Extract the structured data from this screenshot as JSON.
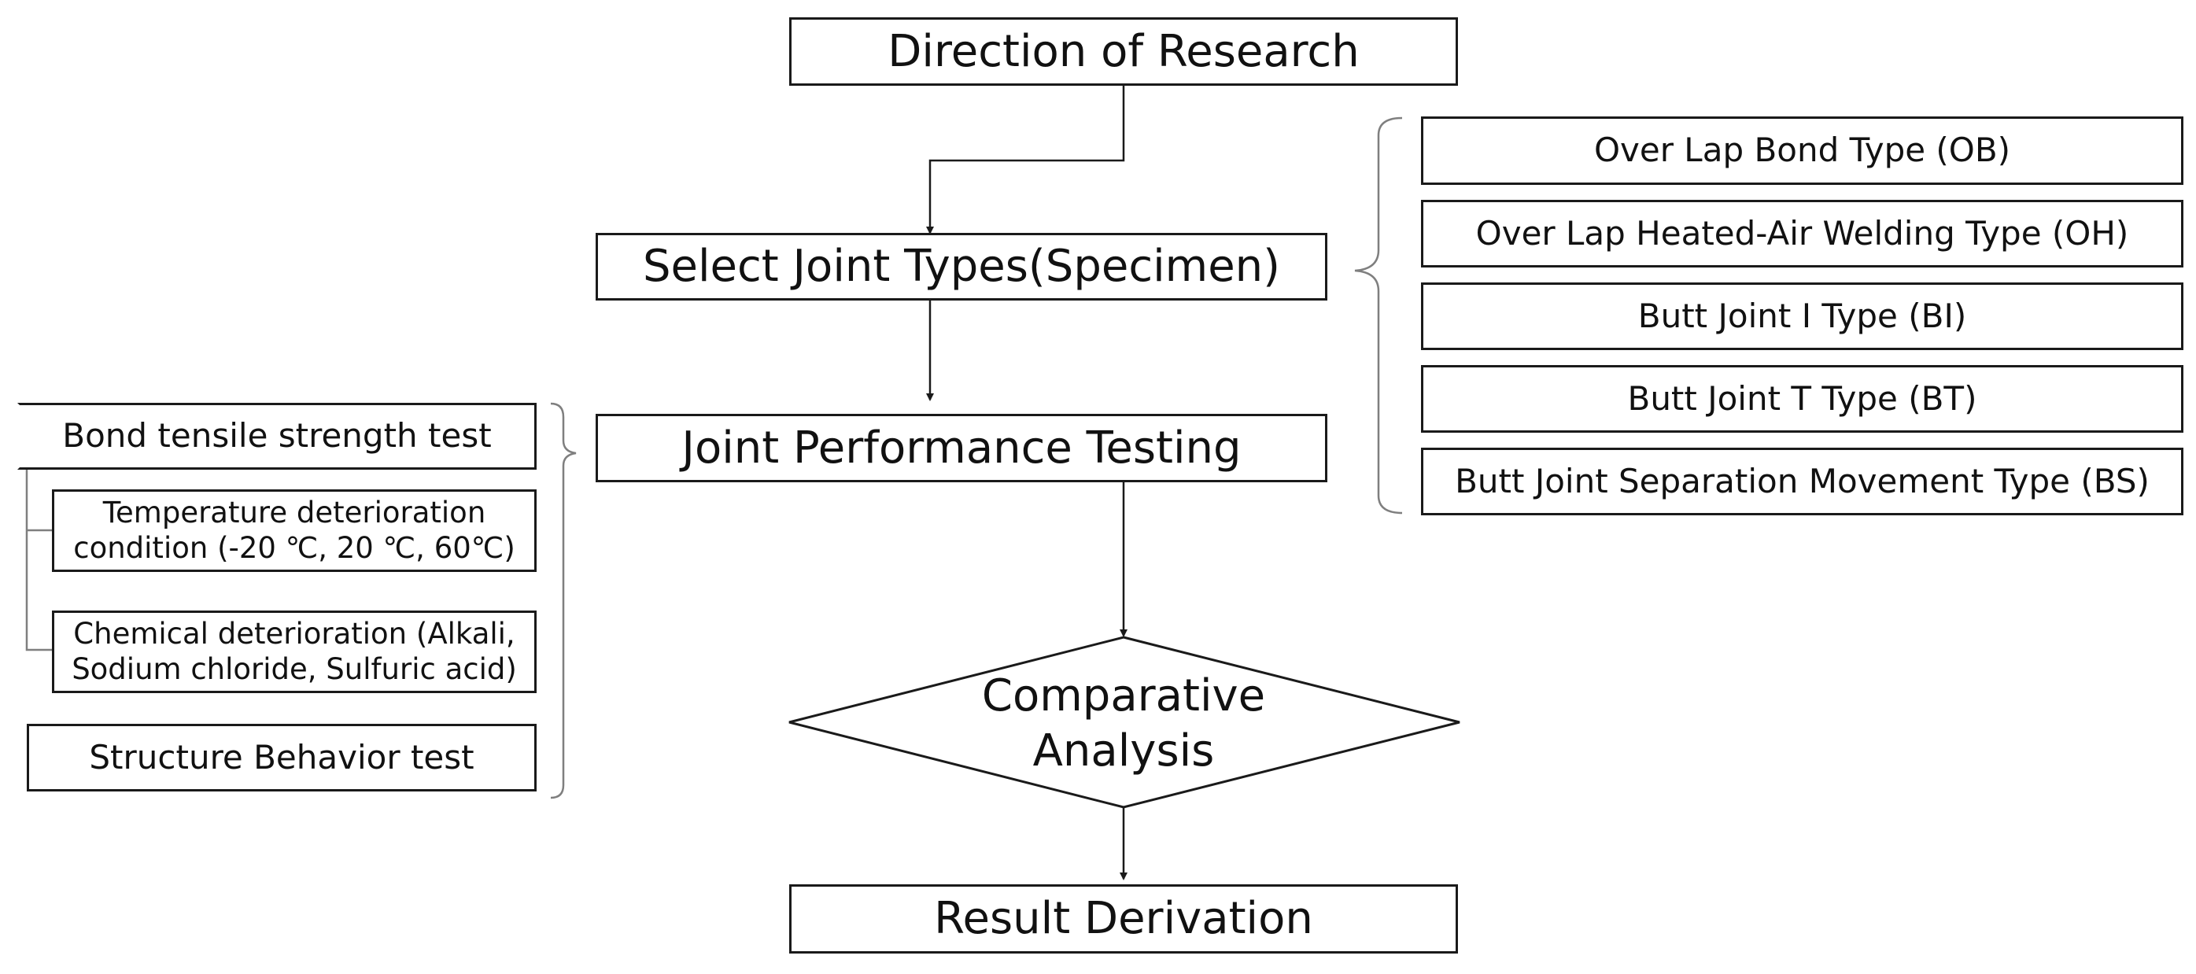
{
  "flow": {
    "direction": "Direction of Research",
    "select": "Select Joint Types(Specimen)",
    "testing": "Joint Performance Testing",
    "comparative_line1": "Comparative",
    "comparative_line2": "Analysis",
    "result": "Result Derivation"
  },
  "joint_types": [
    "Over Lap Bond Type (OB)",
    "Over Lap Heated-Air Welding Type (OH)",
    "Butt Joint I Type (BI)",
    "Butt Joint T Type (BT)",
    "Butt Joint Separation Movement Type (BS)"
  ],
  "tests": {
    "bond": "Bond tensile strength test",
    "temperature": "Temperature deterioration condition (-20 ℃, 20 ℃, 60℃)",
    "chemical": "Chemical deterioration (Alkali, Sodium chloride, Sulfuric acid)",
    "structure": "Structure Behavior test"
  },
  "colors": {
    "stroke": "#1a1a1a",
    "bracket": "#7f7f7f",
    "text": "#111111"
  }
}
